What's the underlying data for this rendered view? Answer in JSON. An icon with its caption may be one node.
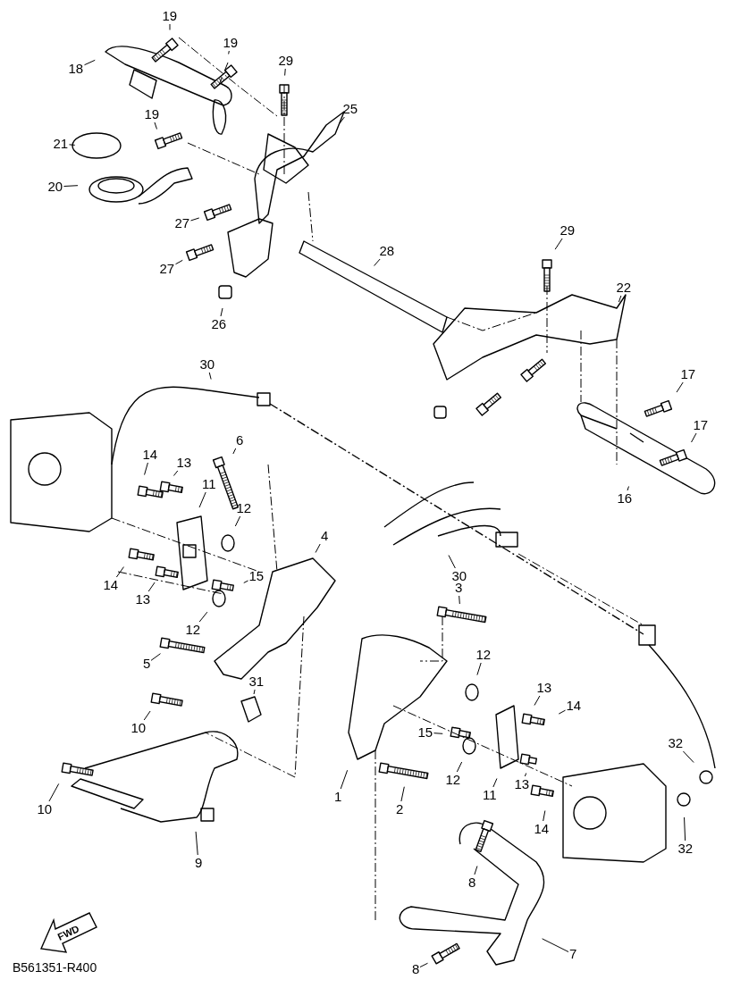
{
  "diagram": {
    "nodes": [
      {
        "text": [
          "19"
        ]
      },
      {
        "text": [
          "19"
        ]
      },
      {
        "text": [
          "29"
        ]
      },
      {
        "text": [
          "18"
        ]
      },
      {
        "text": [
          "25"
        ]
      },
      {
        "text": [
          "21"
        ]
      },
      {
        "text": [
          "19"
        ]
      },
      {
        "text": [
          "20"
        ]
      },
      {
        "text": [
          "27"
        ]
      },
      {
        "text": [
          "27"
        ]
      },
      {
        "text": [
          "28"
        ]
      },
      {
        "text": [
          "29"
        ]
      },
      {
        "text": [
          "22"
        ]
      },
      {
        "text": [
          "26"
        ]
      },
      {
        "text": [
          "30"
        ]
      },
      {
        "text": [
          "17"
        ]
      },
      {
        "text": [
          "14"
        ]
      },
      {
        "text": [
          "6"
        ]
      },
      {
        "text": [
          "13"
        ]
      },
      {
        "text": [
          "11"
        ]
      },
      {
        "text": [
          "17"
        ]
      },
      {
        "text": [
          "4"
        ]
      },
      {
        "text": [
          "12"
        ]
      },
      {
        "text": [
          "16"
        ]
      },
      {
        "text": [
          "14"
        ]
      },
      {
        "text": [
          "13"
        ]
      },
      {
        "text": [
          "15"
        ]
      },
      {
        "text": [
          "30"
        ]
      },
      {
        "text": [
          "12"
        ]
      },
      {
        "text": [
          "3"
        ]
      },
      {
        "text": [
          "5"
        ]
      },
      {
        "text": [
          "12"
        ]
      },
      {
        "text": [
          "31"
        ]
      },
      {
        "text": [
          "10"
        ]
      },
      {
        "text": [
          "13"
        ]
      },
      {
        "text": [
          "14"
        ]
      },
      {
        "text": [
          "15"
        ]
      },
      {
        "text": [
          "1"
        ]
      },
      {
        "text": [
          "2"
        ]
      },
      {
        "text": [
          "12"
        ]
      },
      {
        "text": [
          "11"
        ]
      },
      {
        "text": [
          "13"
        ]
      },
      {
        "text": [
          "14"
        ]
      },
      {
        "text": [
          "32"
        ]
      },
      {
        "text": [
          "10"
        ]
      },
      {
        "text": [
          "9"
        ]
      },
      {
        "text": [
          "32"
        ]
      },
      {
        "text": [
          "8"
        ]
      },
      {
        "text": [
          "7"
        ]
      },
      {
        "text": [
          "8"
        ]
      }
    ],
    "edges": [
      {
        "from": 0,
        "to": null,
        "arrow": "none"
      },
      {
        "from": 1,
        "to": null,
        "arrow": "none"
      },
      {
        "from": 2,
        "to": null,
        "arrow": "none"
      },
      {
        "from": 3,
        "to": null,
        "arrow": "none"
      },
      {
        "from": 4,
        "to": null,
        "arrow": "none"
      },
      {
        "from": 5,
        "to": null,
        "arrow": "none"
      },
      {
        "from": 6,
        "to": null,
        "arrow": "none"
      },
      {
        "from": 7,
        "to": null,
        "arrow": "none"
      },
      {
        "from": 8,
        "to": null,
        "arrow": "none"
      },
      {
        "from": 9,
        "to": null,
        "arrow": "none"
      },
      {
        "from": 10,
        "to": null,
        "arrow": "none"
      },
      {
        "from": 11,
        "to": null,
        "arrow": "none"
      },
      {
        "from": 12,
        "to": null,
        "arrow": "none"
      },
      {
        "from": 13,
        "to": null,
        "arrow": "none"
      },
      {
        "from": 14,
        "to": null,
        "arrow": "none"
      },
      {
        "from": 15,
        "to": null,
        "arrow": "none"
      },
      {
        "from": 16,
        "to": null,
        "arrow": "none"
      },
      {
        "from": 17,
        "to": null,
        "arrow": "none"
      },
      {
        "from": 18,
        "to": null,
        "arrow": "none"
      },
      {
        "from": 19,
        "to": null,
        "arrow": "none"
      },
      {
        "from": 20,
        "to": null,
        "arrow": "none"
      },
      {
        "from": 21,
        "to": null,
        "arrow": "none"
      },
      {
        "from": 22,
        "to": null,
        "arrow": "none"
      },
      {
        "from": 23,
        "to": null,
        "arrow": "none"
      },
      {
        "from": 24,
        "to": null,
        "arrow": "none"
      },
      {
        "from": 25,
        "to": null,
        "arrow": "none"
      },
      {
        "from": 26,
        "to": null,
        "arrow": "none"
      },
      {
        "from": 27,
        "to": null,
        "arrow": "none"
      },
      {
        "from": 28,
        "to": null,
        "arrow": "none"
      },
      {
        "from": 29,
        "to": null,
        "arrow": "none"
      },
      {
        "from": 30,
        "to": null,
        "arrow": "none"
      },
      {
        "from": 31,
        "to": null,
        "arrow": "none"
      },
      {
        "from": 32,
        "to": null,
        "arrow": "none"
      },
      {
        "from": 33,
        "to": null,
        "arrow": "none"
      },
      {
        "from": 34,
        "to": null,
        "arrow": "none"
      },
      {
        "from": 35,
        "to": null,
        "arrow": "none"
      },
      {
        "from": 36,
        "to": null,
        "arrow": "none"
      },
      {
        "from": 37,
        "to": null,
        "arrow": "none"
      },
      {
        "from": 38,
        "to": null,
        "arrow": "none"
      },
      {
        "from": 39,
        "to": null,
        "arrow": "none"
      },
      {
        "from": 40,
        "to": null,
        "arrow": "none"
      },
      {
        "from": 41,
        "to": null,
        "arrow": "none"
      },
      {
        "from": 42,
        "to": null,
        "arrow": "none"
      },
      {
        "from": 43,
        "to": null,
        "arrow": "none"
      },
      {
        "from": 44,
        "to": null,
        "arrow": "none"
      },
      {
        "from": 45,
        "to": null,
        "arrow": "none"
      },
      {
        "from": 46,
        "to": null,
        "arrow": "none"
      },
      {
        "from": 47,
        "to": null,
        "arrow": "none"
      },
      {
        "from": 48,
        "to": null,
        "arrow": "none"
      },
      {
        "from": 49,
        "to": null,
        "arrow": "none"
      }
    ],
    "labels": [
      "FWD",
      "B561351-R400"
    ]
  }
}
